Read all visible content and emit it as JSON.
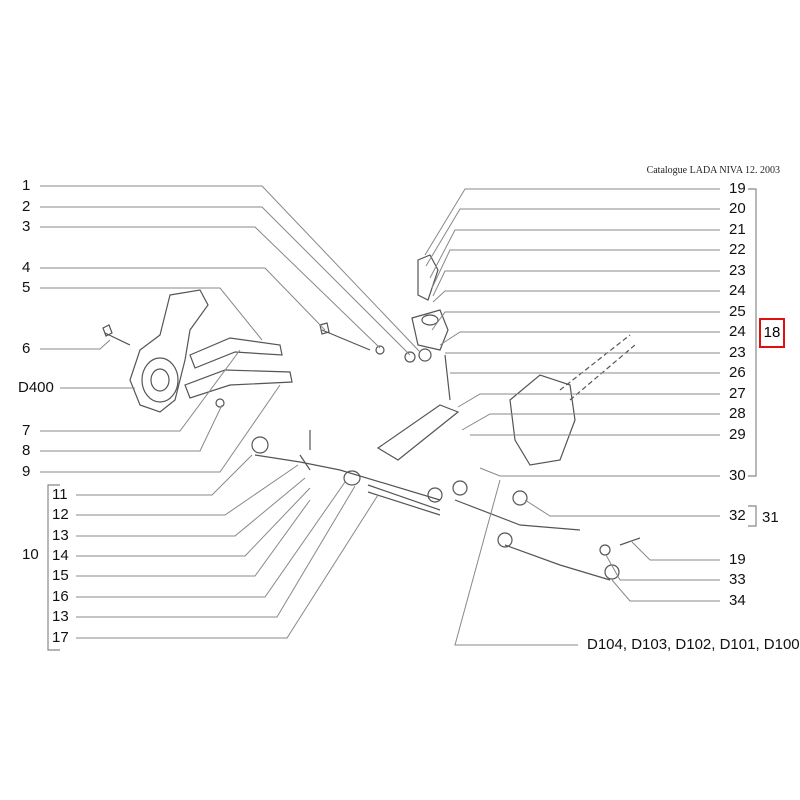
{
  "header": "Catalogue LADA NIVA 12. 2003",
  "left_labels": [
    "1",
    "2",
    "3",
    "4",
    "5",
    "6",
    "D400",
    "7",
    "8",
    "9"
  ],
  "group_labels": [
    "11",
    "12",
    "13",
    "14",
    "15",
    "16",
    "13",
    "17"
  ],
  "group_title": "10",
  "right_labels": [
    "19",
    "20",
    "21",
    "22",
    "23",
    "24",
    "25",
    "24",
    "23",
    "26",
    "27",
    "28",
    "29",
    "30"
  ],
  "right_lower_labels": [
    "32",
    "19",
    "33",
    "34"
  ],
  "bracket_31": "31",
  "highlighted": "18",
  "bottom_ref": "D104, D103, D102, D101, D100",
  "highlight_color": "#e01010"
}
